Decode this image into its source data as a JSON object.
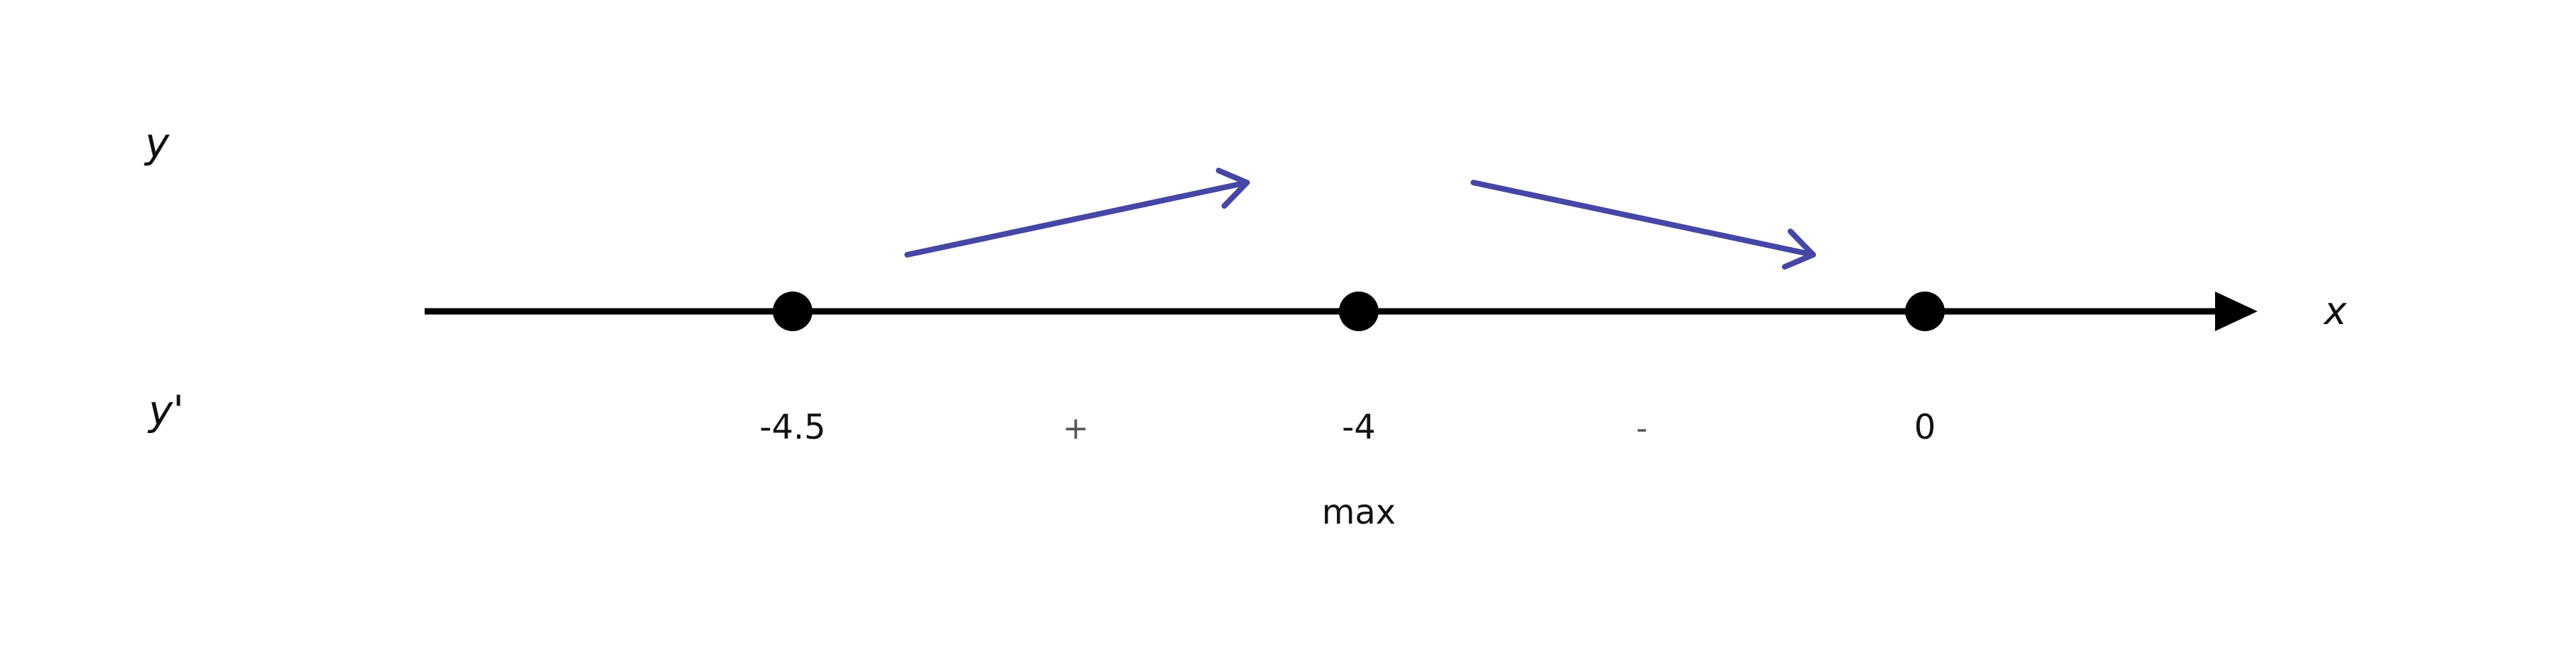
{
  "row_labels": {
    "function": "y",
    "derivative": "y'"
  },
  "axis": {
    "label": "x"
  },
  "critical_points": [
    {
      "value": -4.5,
      "label": "-4.5"
    },
    {
      "value": -4,
      "label": "-4"
    },
    {
      "value": 0,
      "label": "0"
    }
  ],
  "derivative_signs": [
    {
      "interval": "(-4.5, -4)",
      "sign": "+"
    },
    {
      "interval": "(-4, 0)",
      "sign": "-"
    }
  ],
  "monotonicity": [
    {
      "interval": "(-4.5, -4)",
      "direction": "increasing"
    },
    {
      "interval": "(-4, 0)",
      "direction": "decreasing"
    }
  ],
  "extrema": [
    {
      "at": "-4",
      "label": "max"
    }
  ],
  "colors": {
    "axis": "#000000",
    "arrow": "#4646a6",
    "sign": "#555555",
    "text": "#111111"
  }
}
